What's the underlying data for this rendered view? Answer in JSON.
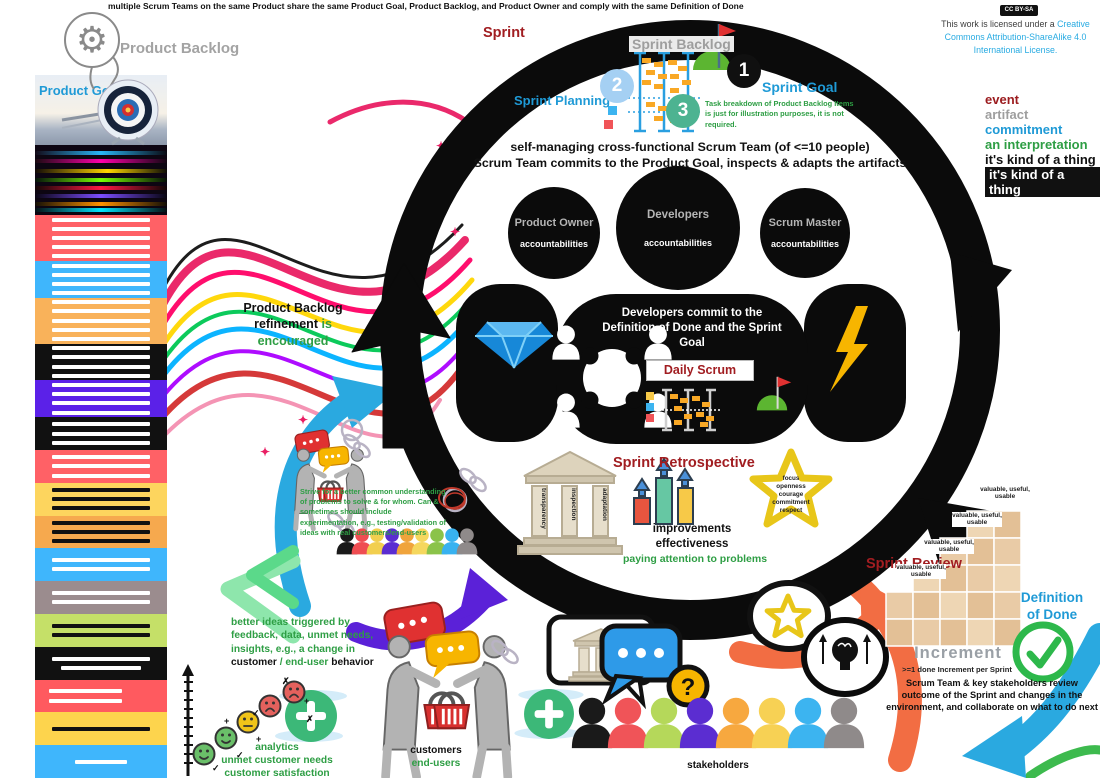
{
  "page": {
    "top_note": "multiple Scrum Teams on the same Product share the same Product Goal, Product Backlog, and Product Owner and comply with the same Definition of Done",
    "license_badge": "CC BY-SA",
    "license_prefix": "This work is licensed under a ",
    "license_link": "Creative Commons Attribution-ShareAlike 4.0 International License."
  },
  "legend": {
    "event": "event",
    "artifact": "artifact",
    "commitment": "commitment",
    "interpretation": "an interpretation",
    "kind_black": "it's kind of a thing",
    "kind_inverse": "it's kind of a thing"
  },
  "backlog": {
    "label": "Product Backlog",
    "goal": "Product Goal",
    "refine_black": "Product Backlog refinement ",
    "refine_green1": "is ",
    "refine_green2": "encouraged"
  },
  "sprint": {
    "label": "Sprint",
    "planning": "Sprint Planning",
    "backlog": "Sprint Backlog",
    "goal": "Sprint Goal",
    "n1": "1",
    "n2": "2",
    "n3": "3",
    "note1": "Task breakdown of Product Backlog Items",
    "note2": "is just for illustration purposes, it is not required."
  },
  "team": {
    "line1": "self-managing cross-functional Scrum Team (of <=10 people)",
    "line2": "Scrum Team commits to the Product Goal, inspects & adapts the artifacts",
    "roles": [
      {
        "name": "Product Owner",
        "sub": "accountabilities"
      },
      {
        "name": "Developers",
        "sub": "accountabilities"
      },
      {
        "name": "Scrum Master",
        "sub": "accountabilities"
      }
    ],
    "commit1": "Developers commit to the",
    "commit2": "Definition of Done and the Sprint Goal",
    "daily": "Daily Scrum"
  },
  "retro": {
    "title": "Sprint Retrospective",
    "pillars": [
      "transparency",
      "inspection",
      "adaptation"
    ],
    "improvements": "improvements",
    "effectiveness": "effectiveness",
    "attention": "paying attention to problems",
    "values": [
      "focus",
      "openness",
      "courage",
      "commitment",
      "respect"
    ]
  },
  "review": {
    "title": "Sprint Review",
    "blocks": [
      "valuable, useful, usable",
      "valuable, useful, usable",
      "valuable, useful, usable",
      "valuable, useful, usable"
    ],
    "increment": "Increment",
    "note": ">=1  done Increment per Sprint",
    "dod1": "Definition",
    "dod2": "of Done",
    "outcome": "Scrum Team & key stakeholders review outcome of the Sprint and changes in the environment, and collaborate on what to do next"
  },
  "collab": {
    "strive": "Strive for a better common understanding of problems to solve & for whom. Can & sometimes should include experimentation, e.g., testing/validation of ideas with real customers/end-users",
    "ideas_green": "better ideas triggered by feedback, data, unmet needs, insights, e.g., a change in ",
    "ideas_black1": "customer",
    "ideas_mid": " / ",
    "ideas_green2": "end-user",
    "ideas_black2": " behavior",
    "analytics": [
      "analytics",
      "unmet customer needs",
      "customer satisfaction"
    ],
    "customers": "customers",
    "end_users": "end-users",
    "stakeholders": "stakeholders",
    "question": "?"
  },
  "colors": {
    "event": "#9b1b1e",
    "artifact": "#9e9e9e",
    "commitment": "#1f9ad6",
    "interpretation": "#2e9e44",
    "orange": "#f26d43",
    "blue": "#2aa9e0",
    "purple": "#5b21d8",
    "green_check": "#2db84b"
  }
}
